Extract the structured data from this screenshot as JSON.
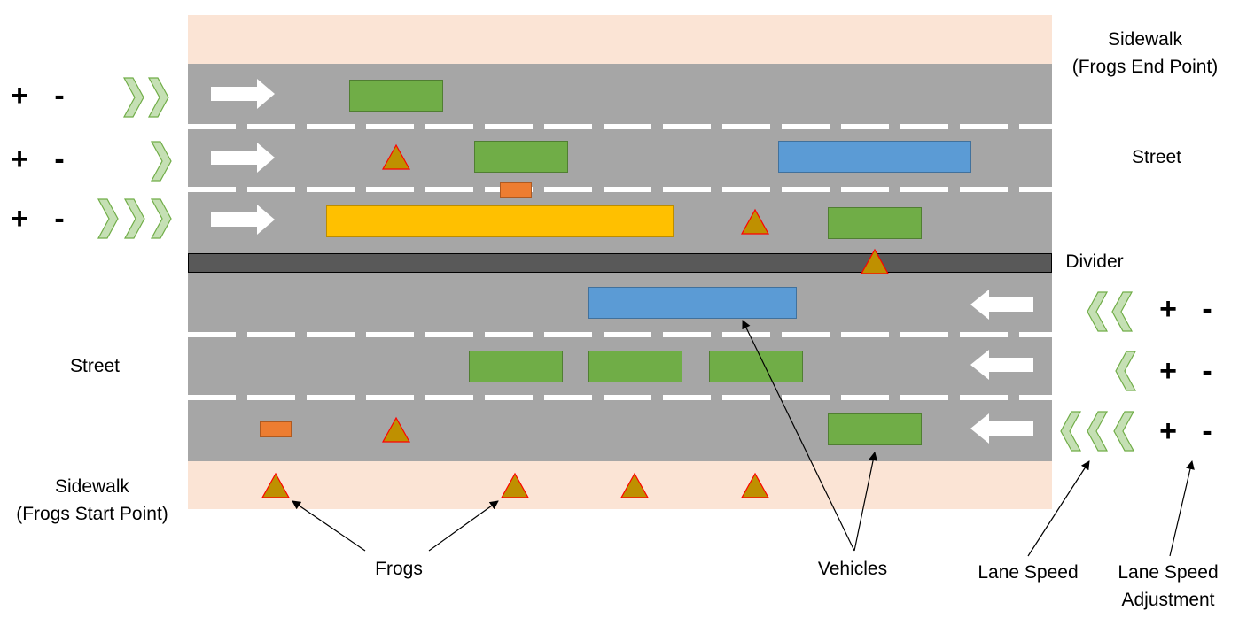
{
  "labels": {
    "sidewalk_top": "Sidewalk\n(Frogs End Point)",
    "street_top": "Street",
    "divider": "Divider",
    "street_bottom": "Street",
    "sidewalk_bottom": "Sidewalk\n(Frogs Start Point)",
    "frogs": "Frogs",
    "vehicles": "Vehicles",
    "lane_speed": "Lane Speed",
    "lane_speed_adjustment": "Lane Speed\nAdjustment"
  },
  "lanes": [
    {
      "direction": "right",
      "speed": 2,
      "plus": "+",
      "minus": "-"
    },
    {
      "direction": "right",
      "speed": 1,
      "plus": "+",
      "minus": "-"
    },
    {
      "direction": "right",
      "speed": 3,
      "plus": "+",
      "minus": "-"
    },
    {
      "direction": "left",
      "speed": 2,
      "plus": "+",
      "minus": "-"
    },
    {
      "direction": "left",
      "speed": 1,
      "plus": "+",
      "minus": "-"
    },
    {
      "direction": "left",
      "speed": 3,
      "plus": "+",
      "minus": "-"
    }
  ],
  "colors": {
    "sidewalk": "#fbe4d5",
    "road": "#a6a6a6",
    "divider": "#595959",
    "car": "#70ad47",
    "truck_blue": "#5b9bd5",
    "bus_yellow": "#ffc000",
    "bike_orange": "#ed7d31",
    "frog_fill": "#bf9000",
    "frog_outline": "#ff0000",
    "speed_chevron": "#c5e0b4"
  },
  "icons": {
    "direction": "arrow-icon",
    "speed": "chevron-icon",
    "frog": "triangle-icon"
  }
}
